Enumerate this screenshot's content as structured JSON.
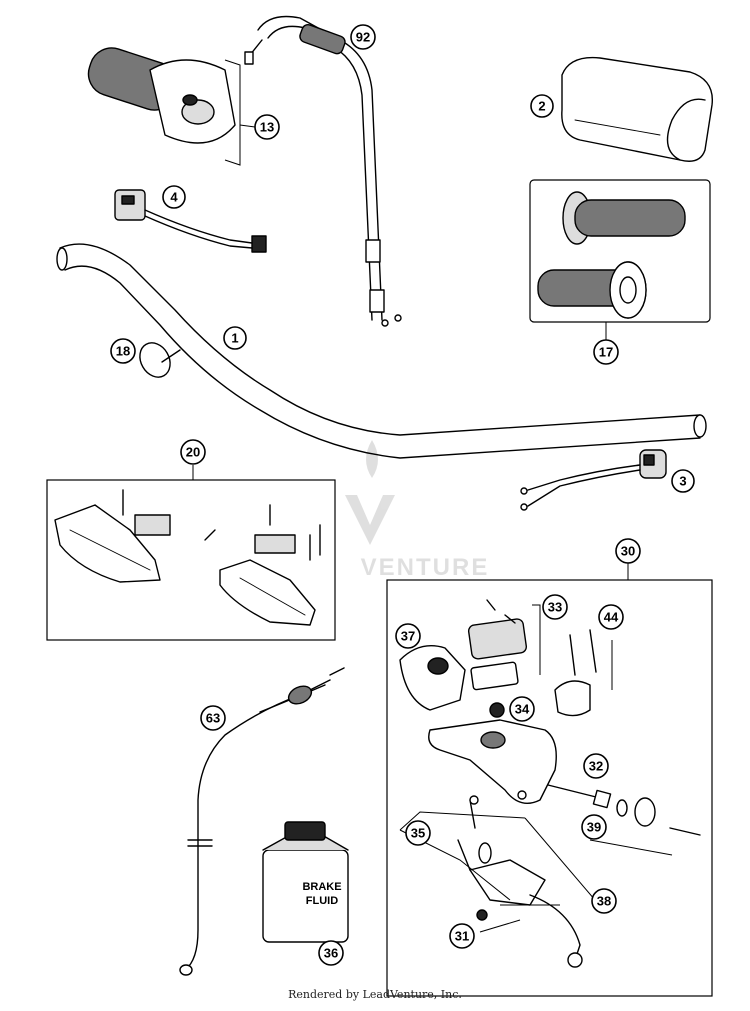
{
  "callouts": {
    "c1": "1",
    "c2": "2",
    "c3": "3",
    "c4": "4",
    "c13": "13",
    "c17": "17",
    "c18": "18",
    "c20": "20",
    "c30": "30",
    "c31": "31",
    "c32": "32",
    "c33": "33",
    "c34": "34",
    "c35": "35",
    "c36": "36",
    "c37": "37",
    "c38": "38",
    "c39": "39",
    "c44": "44",
    "c63": "63",
    "c92": "92"
  },
  "labels": {
    "brake_fluid_line1": "BRAKE",
    "brake_fluid_line2": "FLUID",
    "watermark": "VENTURE"
  },
  "footer": "Rendered by LeadVenture, Inc."
}
